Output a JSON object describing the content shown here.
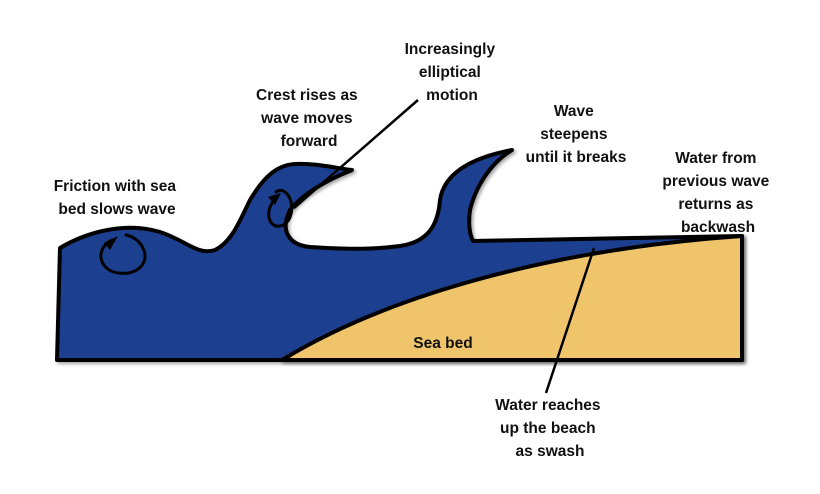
{
  "diagram": {
    "colors": {
      "water": "#1f3f8f",
      "seabed": "#efc46a",
      "outline": "#000000",
      "text": "#111111",
      "background": "#ffffff"
    },
    "labels": {
      "elliptical": [
        "Increasingly",
        "elliptical",
        "motion"
      ],
      "crest": [
        "Crest rises as",
        "wave moves",
        "forward"
      ],
      "steepens": [
        "Wave",
        "steepens",
        "until it breaks"
      ],
      "backwash": [
        "Water from",
        "previous wave",
        "returns as",
        "backwash"
      ],
      "friction": [
        "Friction with sea",
        "bed slows wave"
      ],
      "seabed": "Sea bed",
      "swash": [
        "Water reaches",
        "up the beach",
        "as swash"
      ]
    },
    "icons": [
      "circular-motion-arrow-icon",
      "elliptical-motion-arrow-icon"
    ]
  }
}
